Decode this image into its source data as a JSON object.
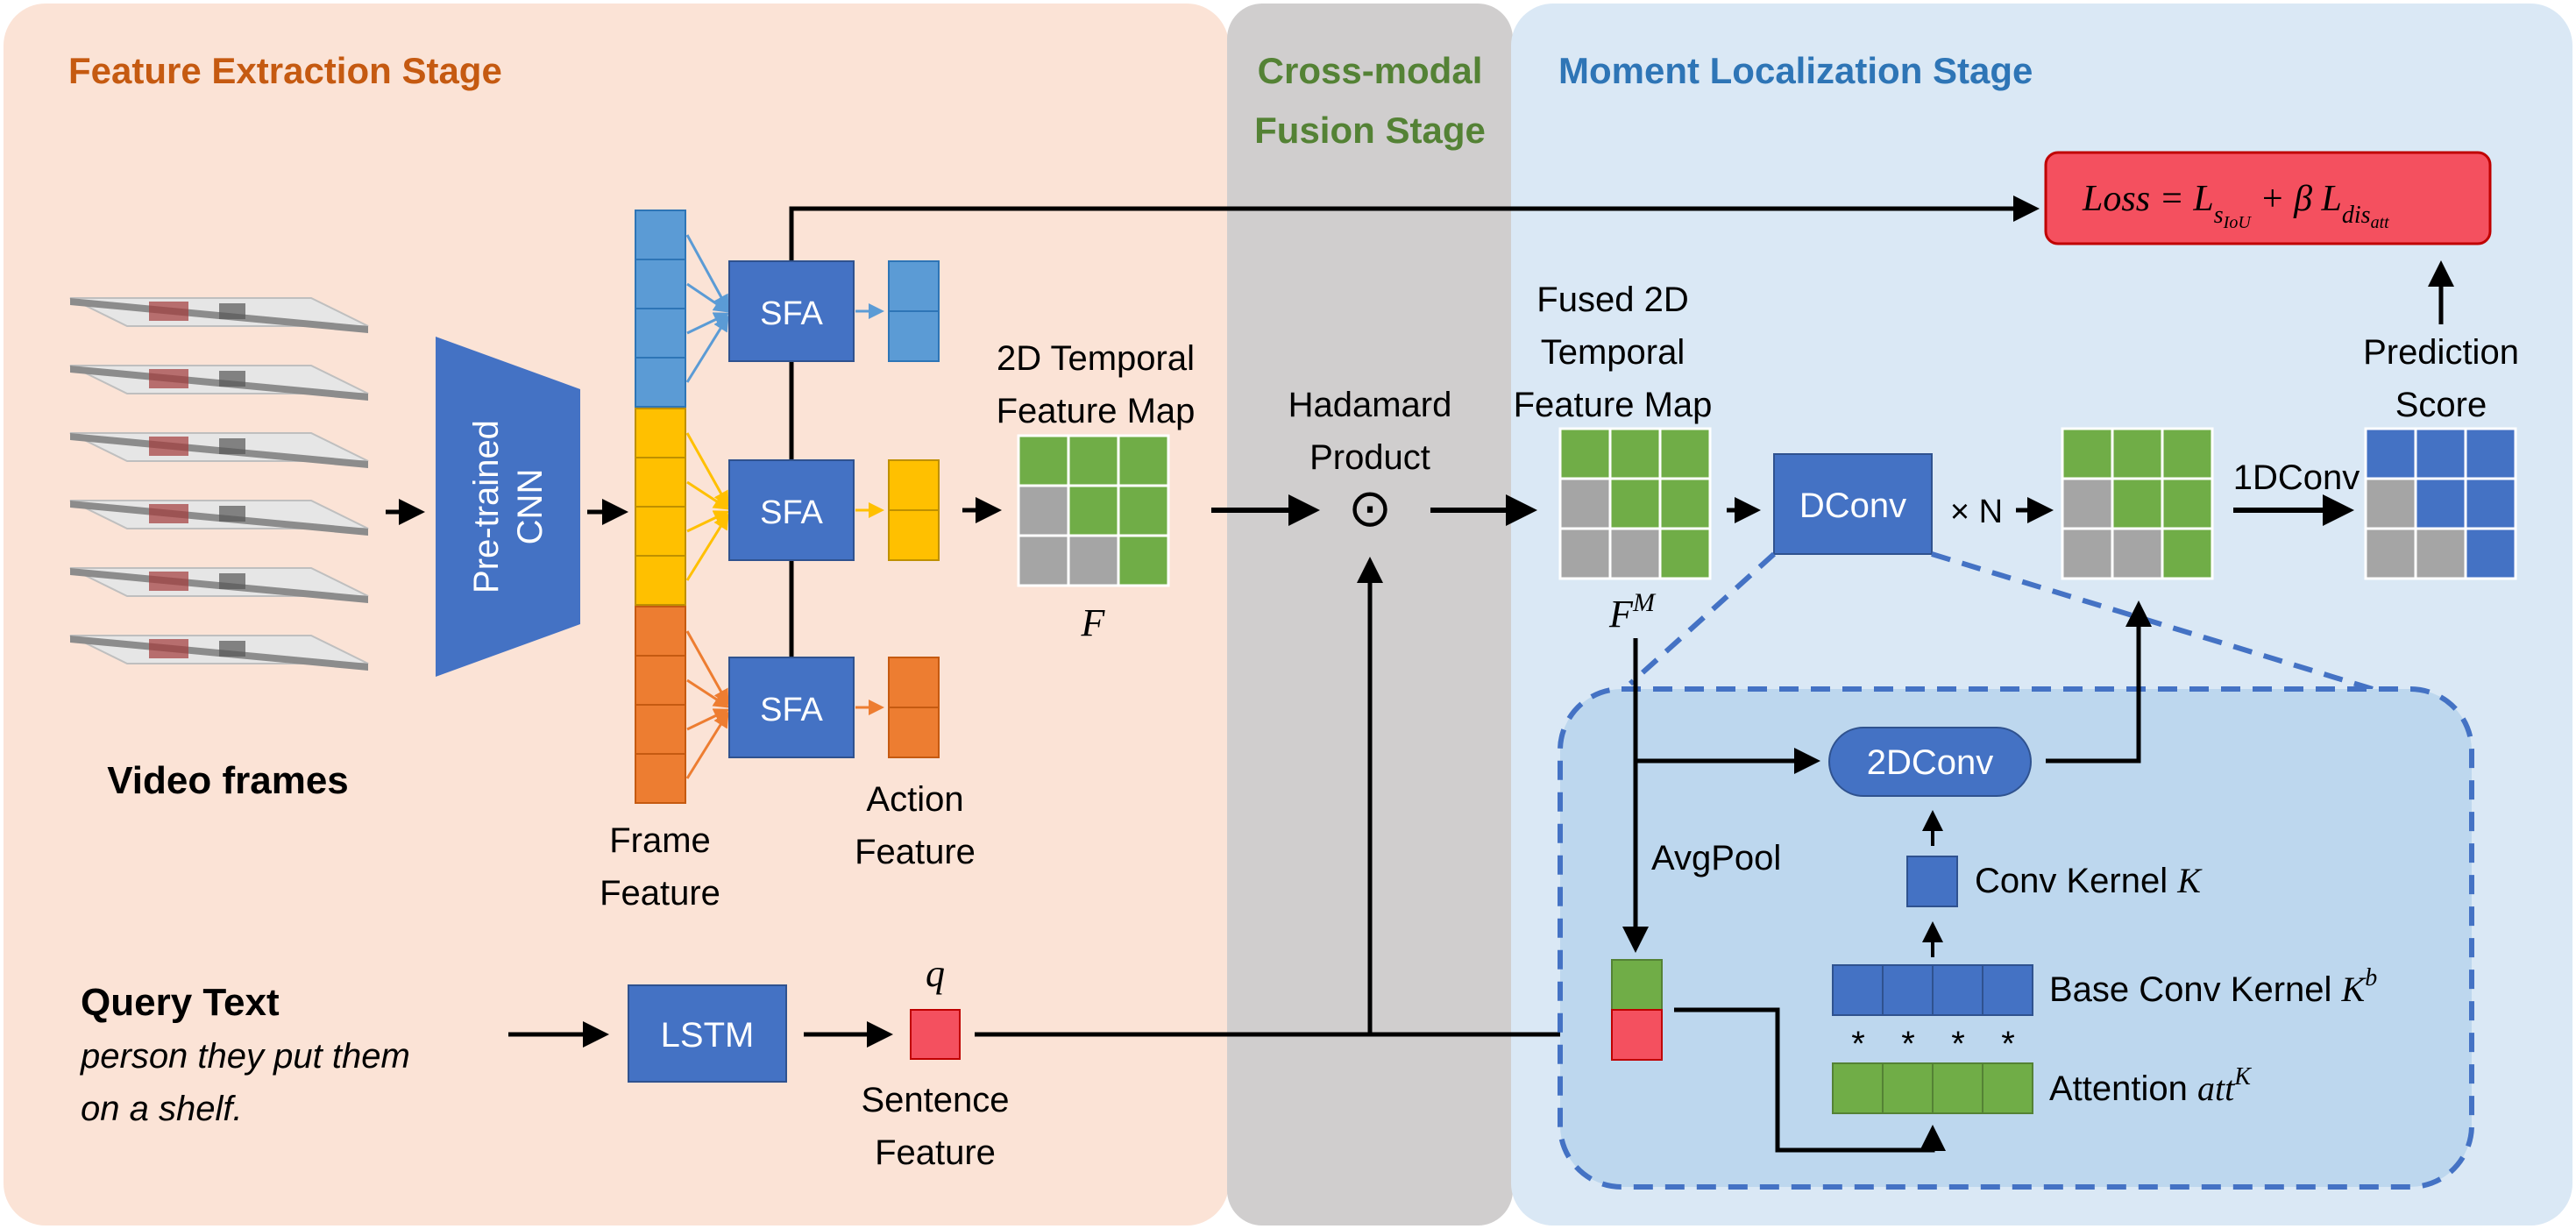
{
  "stages": {
    "feature_extraction": "Feature Extraction Stage",
    "fusion_line1": "Cross-modal",
    "fusion_line2": "Fusion Stage",
    "localization": "Moment Localization Stage"
  },
  "colors": {
    "extraction_bg": "#fbe3d6",
    "fusion_bg": "#d0cece",
    "localization_bg": "#dae8f5",
    "zoom_bg": "#bdd7ee",
    "orange_title": "#c55a11",
    "green_title": "#548235",
    "blue_title": "#2e75b6",
    "box_blue": "#4472c4",
    "light_blue": "#5b9bd5",
    "yellow": "#ffc000",
    "orange": "#ed7d31",
    "green": "#70ad47",
    "gray": "#a5a5a5",
    "red": "#f4505f"
  },
  "left": {
    "video_frames": "Video frames",
    "cnn_line1": "Pre-trained",
    "cnn_line2": "CNN",
    "sfa": "SFA",
    "frame_feature_line1": "Frame",
    "frame_feature_line2": "Feature",
    "action_feature_line1": "Action",
    "action_feature_line2": "Feature",
    "temporal_map_line1": "2D Temporal",
    "temporal_map_line2": "Feature Map",
    "F": "F",
    "query_title": "Query Text",
    "query_line1": "person they put them",
    "query_line2": "on a shelf.",
    "lstm": "LSTM",
    "q": "q",
    "sentence_feature_line1": "Sentence",
    "sentence_feature_line2": "Feature"
  },
  "fusion": {
    "hadamard_line1": "Hadamard",
    "hadamard_line2": "Product",
    "symbol": "⊙"
  },
  "right": {
    "loss_main": "Loss = L",
    "loss_sub": "s",
    "loss_subsub": "IoU",
    "loss_plus_beta": " + β L",
    "loss_sub2": "dis",
    "loss_subsub2": "att",
    "fused_line1": "Fused 2D",
    "fused_line2": "Temporal",
    "fused_line3": "Feature Map",
    "FM": "F",
    "FM_sup": "M",
    "dconv": "DConv",
    "times_n": "× N",
    "conv1d": "1DConv",
    "pred_line1": "Prediction",
    "pred_line2": "Score",
    "conv2d": "2DConv",
    "avgpool": "AvgPool",
    "conv_kernel": "Conv Kernel ",
    "conv_kernel_sym": "K",
    "base_kernel": "Base Conv Kernel ",
    "base_kernel_sym": "K",
    "base_kernel_sup": "b",
    "attention": "Attention ",
    "attention_sym": "att",
    "attention_sup": "K",
    "star": "*"
  }
}
